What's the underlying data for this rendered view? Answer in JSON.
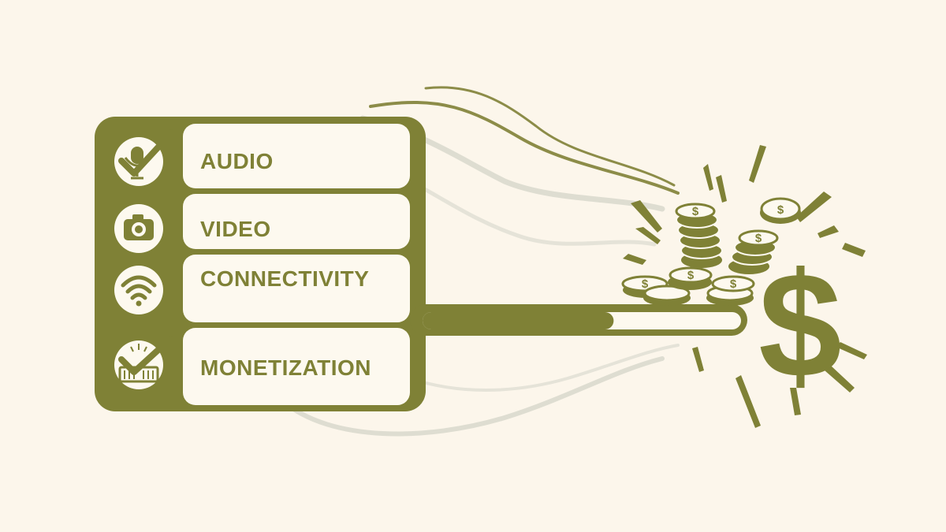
{
  "colors": {
    "background": "#fcf6eb",
    "accent": "#7f8136",
    "panel": "#fdf9ef",
    "swoosh": "#deddd1"
  },
  "checklist": {
    "items": [
      {
        "label": "AUDIO",
        "icon": "microphone-check-icon",
        "checked": true
      },
      {
        "label": "VIDEO",
        "icon": "camera-icon",
        "checked": false
      },
      {
        "label": "CONNECTIVITY",
        "icon": "wifi-icon",
        "checked": false
      },
      {
        "label": "MONETIZATION",
        "icon": "cash-register-check-icon",
        "checked": true
      }
    ]
  },
  "progress": {
    "fraction": 0.6
  },
  "money": {
    "coin_symbol": "$",
    "big_symbol": "$"
  }
}
